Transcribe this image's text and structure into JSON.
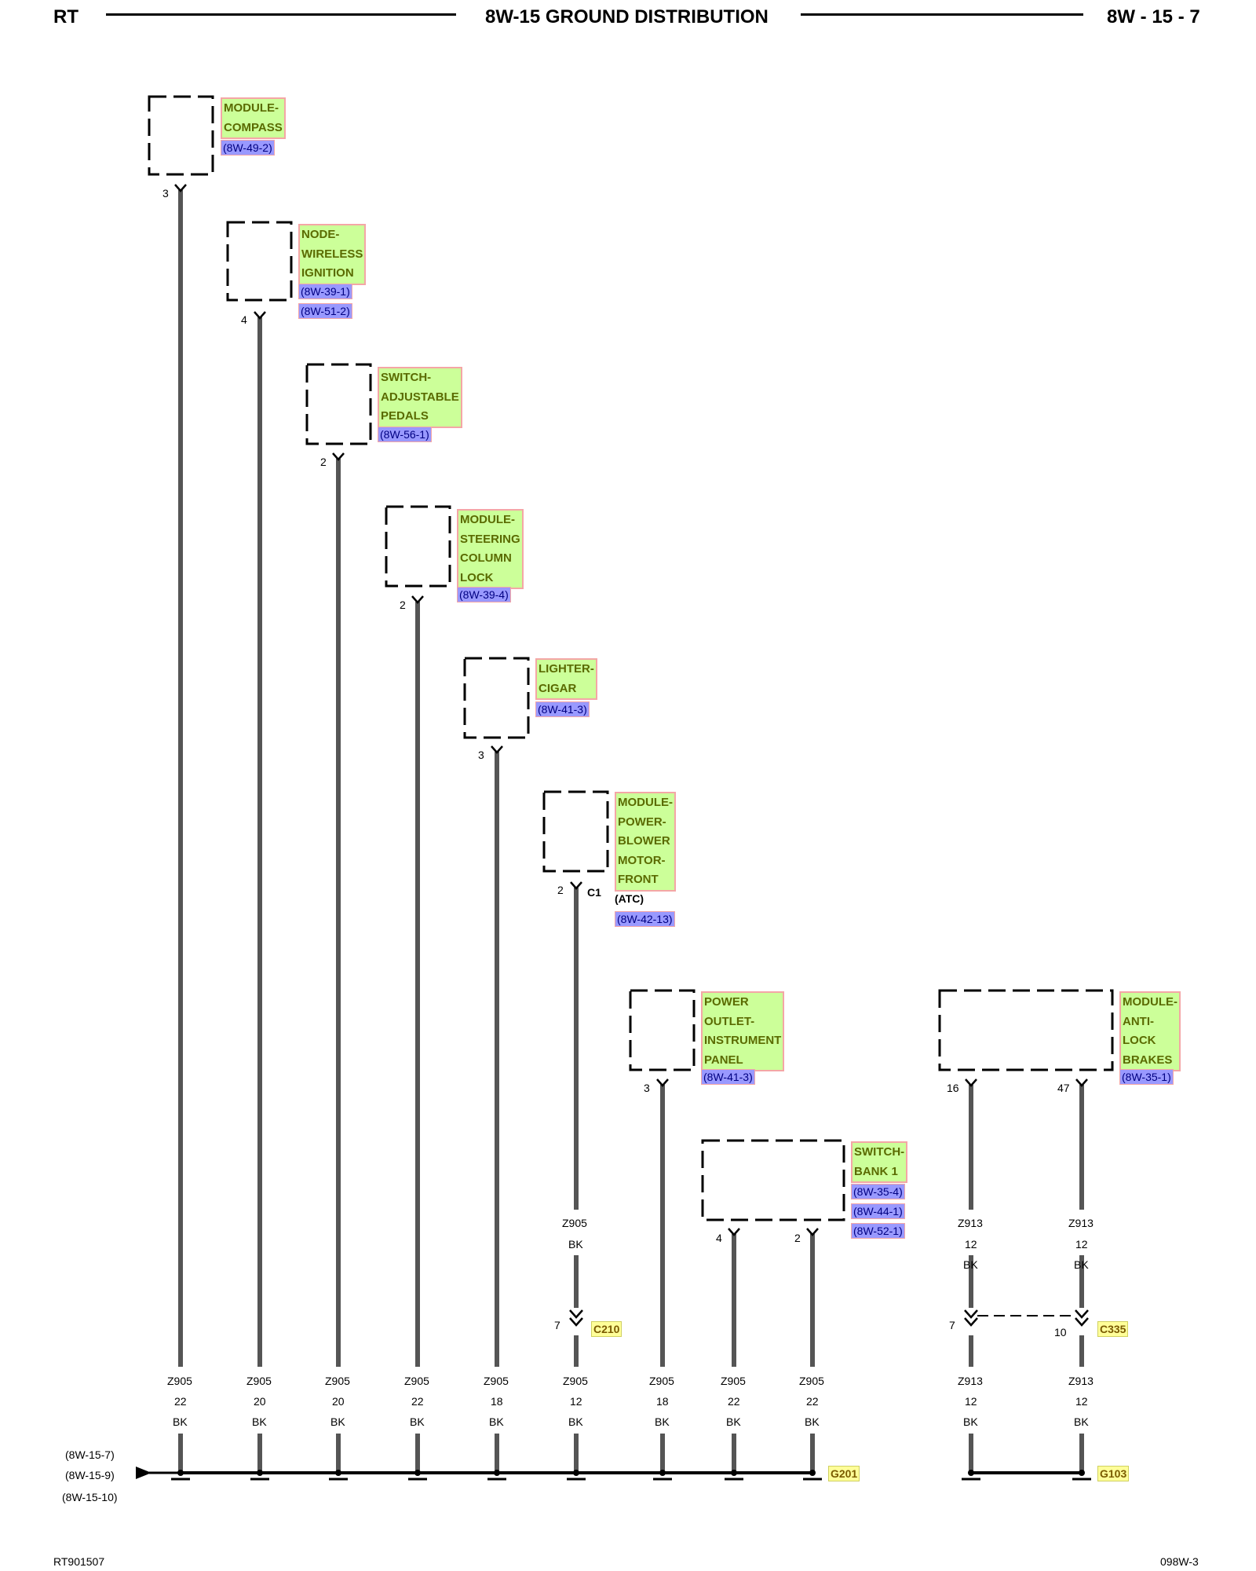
{
  "header": {
    "left": "RT",
    "title": "8W-15 GROUND DISTRIBUTION",
    "right": "8W - 15 - 7"
  },
  "footer": {
    "left": "RT901507",
    "right": "098W-3"
  },
  "components": [
    {
      "name": "MODULE-\nCOMPASS",
      "refs": [
        "(8W-49-2)"
      ],
      "pins": [
        "3"
      ]
    },
    {
      "name": "NODE-\nWIRELESS\nIGNITION",
      "refs": [
        "(8W-39-1)",
        "(8W-51-2)"
      ],
      "pins": [
        "4"
      ]
    },
    {
      "name": "SWITCH-\nADJUSTABLE\nPEDALS",
      "refs": [
        "(8W-56-1)"
      ],
      "pins": [
        "2"
      ]
    },
    {
      "name": "MODULE-\nSTEERING\nCOLUMN\nLOCK",
      "refs": [
        "(8W-39-4)"
      ],
      "pins": [
        "2"
      ]
    },
    {
      "name": "LIGHTER-\nCIGAR",
      "refs": [
        "(8W-41-3)"
      ],
      "pins": [
        "3"
      ]
    },
    {
      "name": "MODULE-\nPOWER-\nBLOWER\nMOTOR-\nFRONT",
      "refs": [
        "(8W-42-13)"
      ],
      "pins": [
        "2"
      ],
      "connector": "C1",
      "note": "(ATC)"
    },
    {
      "name": "POWER\nOUTLET-\nINSTRUMENT\nPANEL",
      "refs": [
        "(8W-41-3)"
      ],
      "pins": [
        "3"
      ]
    },
    {
      "name": "SWITCH-\nBANK 1",
      "refs": [
        "(8W-35-4)",
        "(8W-44-1)",
        "(8W-52-1)"
      ],
      "pins": [
        "4",
        "2"
      ]
    },
    {
      "name": "MODULE-\nANTI-\nLOCK\nBRAKES",
      "refs": [
        "(8W-35-1)"
      ],
      "pins": [
        "16",
        "47"
      ]
    }
  ],
  "wires": [
    {
      "circuit": "Z905",
      "gauge": "22",
      "color": "BK"
    },
    {
      "circuit": "Z905",
      "gauge": "20",
      "color": "BK"
    },
    {
      "circuit": "Z905",
      "gauge": "20",
      "color": "BK"
    },
    {
      "circuit": "Z905",
      "gauge": "22",
      "color": "BK"
    },
    {
      "circuit": "Z905",
      "gauge": "18",
      "color": "BK"
    },
    {
      "circuit": "Z905",
      "gauge": "12",
      "color": "BK"
    },
    {
      "circuit": "Z905",
      "gauge": "18",
      "color": "BK"
    },
    {
      "circuit": "Z905",
      "gauge": "22",
      "color": "BK"
    },
    {
      "circuit": "Z905",
      "gauge": "22",
      "color": "BK"
    },
    {
      "circuit": "Z913",
      "gauge": "12",
      "color": "BK"
    },
    {
      "circuit": "Z913",
      "gauge": "12",
      "color": "BK"
    }
  ],
  "upper_wires": [
    {
      "circuit": "Z905",
      "color": "BK"
    },
    {
      "circuit": "Z913",
      "gauge": "12",
      "color": "BK"
    },
    {
      "circuit": "Z913",
      "gauge": "12",
      "color": "BK"
    }
  ],
  "inline_connectors": [
    {
      "name": "C210",
      "pins": [
        "7"
      ]
    },
    {
      "name": "C335",
      "pins": [
        "7",
        "10"
      ]
    }
  ],
  "grounds": [
    "G201",
    "G103"
  ],
  "splice_refs": [
    "(8W-15-7)",
    "(8W-15-9)",
    "(8W-15-10)"
  ],
  "colors": {
    "label_fill": "#ccff99",
    "label_border": "#f4a6a6",
    "label_text": "#5a6a00",
    "ref_fill": "#9999ff",
    "connector_fill": "#ffff99",
    "wire": "#555555"
  }
}
